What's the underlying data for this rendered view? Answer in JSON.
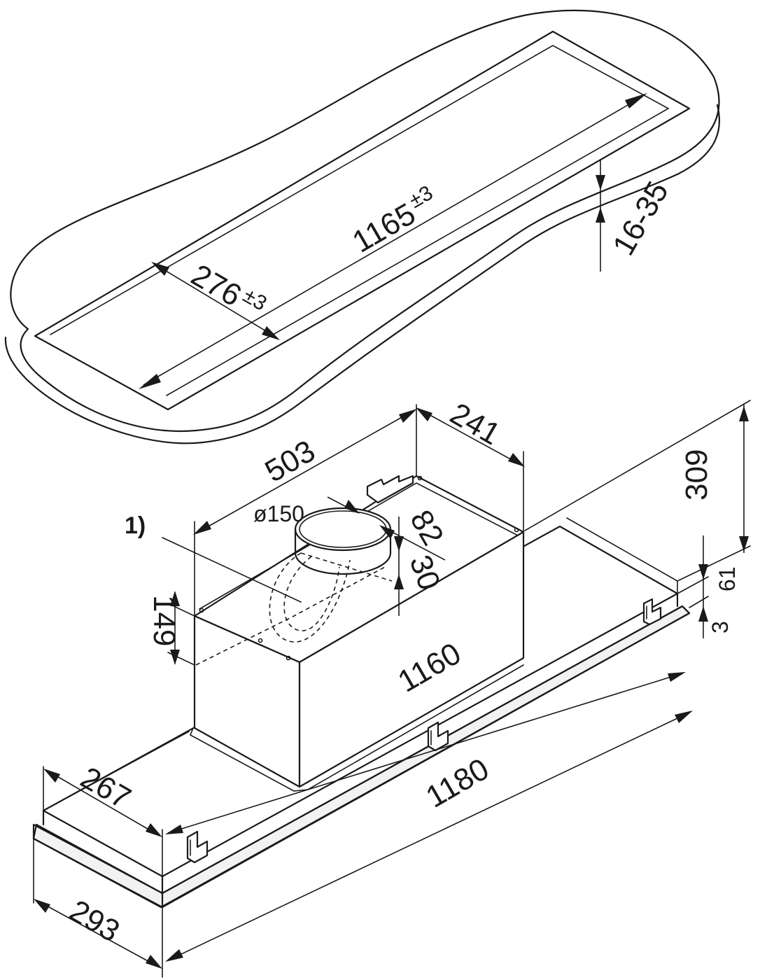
{
  "diagram": {
    "cutout": {
      "length_label": "1165",
      "length_tol": "±3",
      "width_label": "276",
      "width_tol": "±3",
      "thickness_label": "16-35"
    },
    "unit": {
      "footnote_marker": "1)",
      "duct_label": "ø150",
      "width_503": "503",
      "depth_241": "241",
      "height_309": "309",
      "offset_82": "82",
      "offset_30": "30",
      "height_149": "149",
      "inner_1160": "1160",
      "h_61": "61",
      "h_3": "3",
      "depth_267": "267",
      "length_1180": "1180",
      "depth_293": "293"
    }
  }
}
